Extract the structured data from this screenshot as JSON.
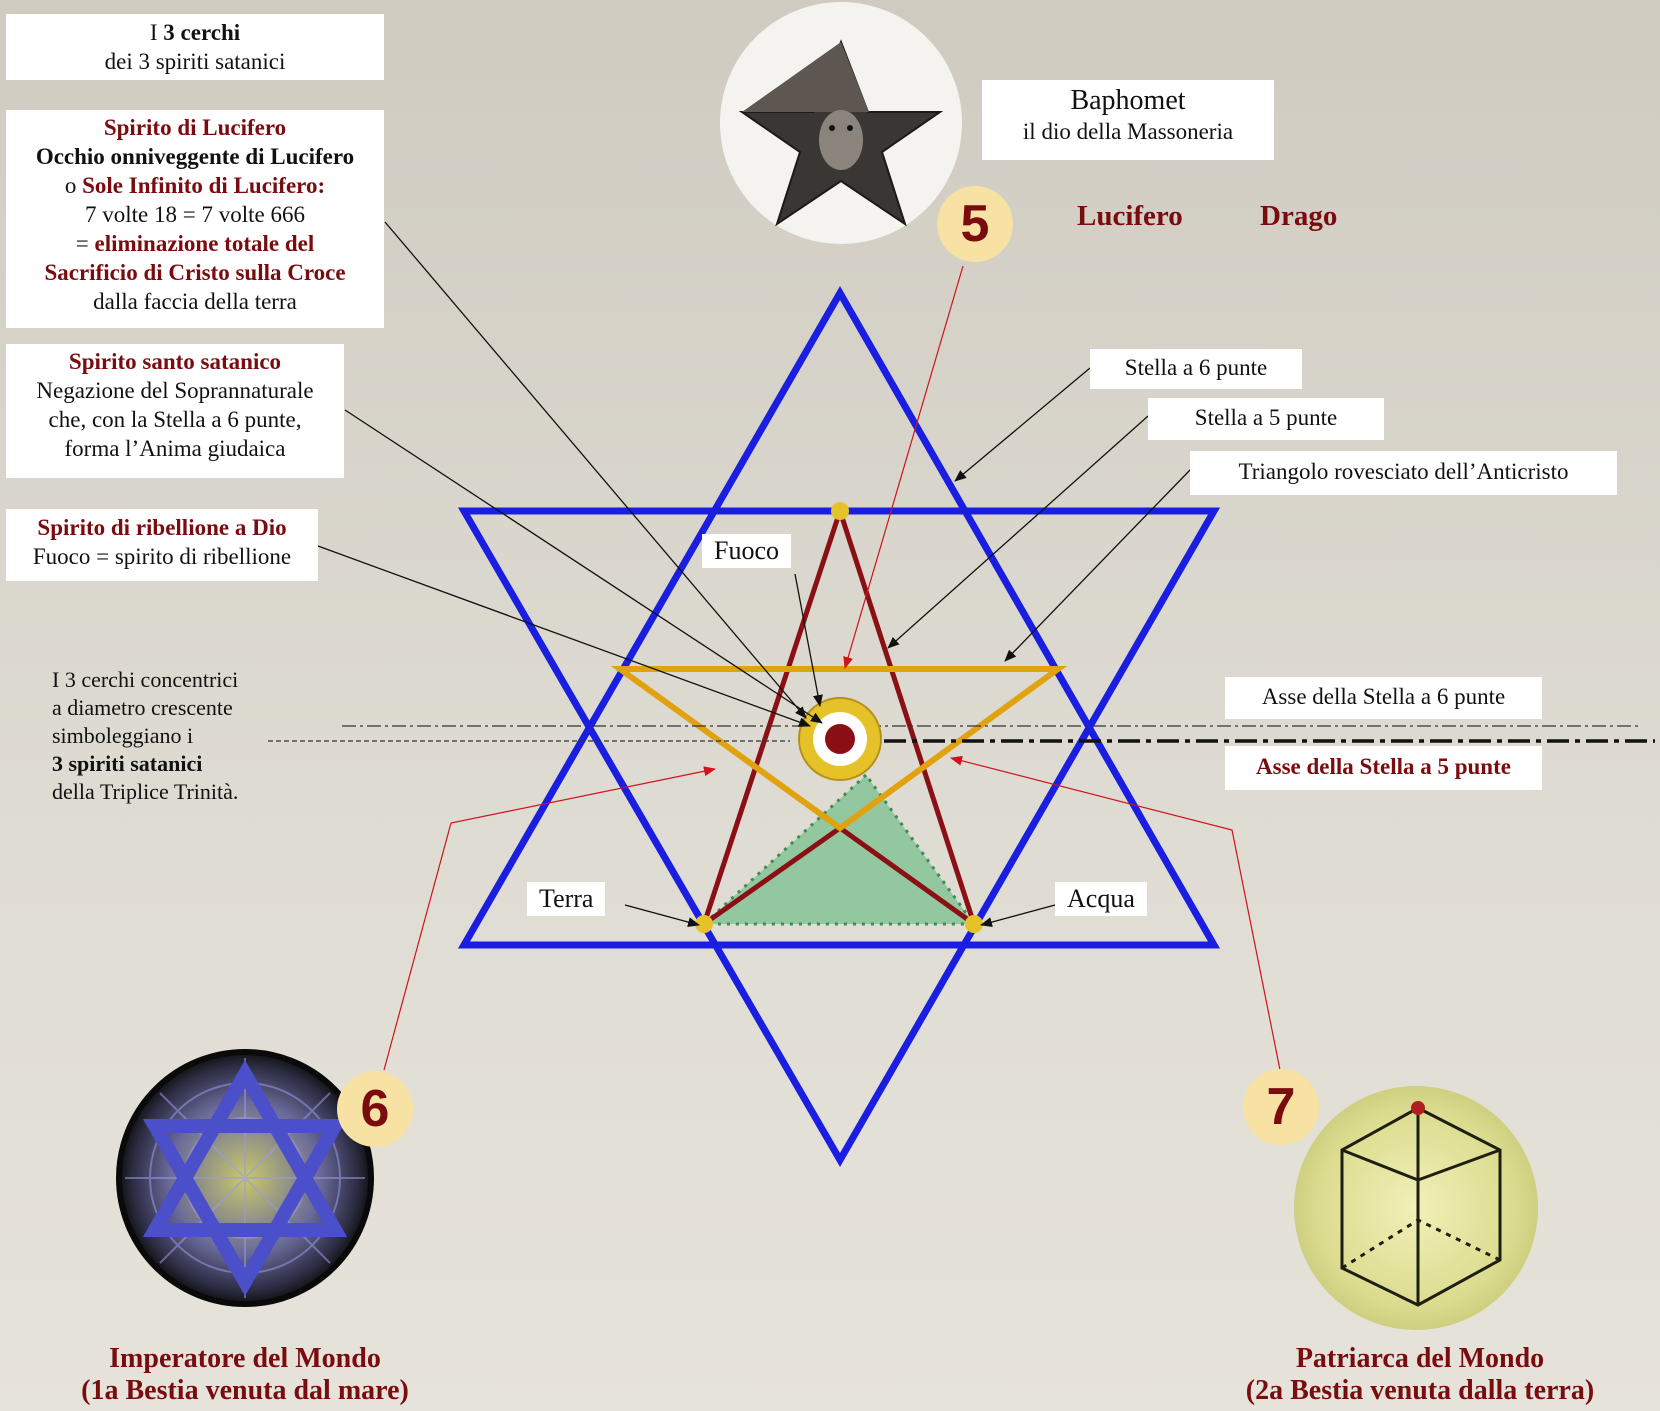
{
  "header_box": {
    "line1_prefix": "I ",
    "line1_bold": "3 cerchi",
    "line2": "dei 3 spiriti satanici"
  },
  "lucifer_box": {
    "title": "Spirito di Lucifero",
    "line2": "Occhio onniveggente di Lucifero",
    "line3_prefix": "o ",
    "line3_red": "Sole Infinito di Lucifero:",
    "line4": "7 volte 18 = 7 volte 666",
    "line5_prefix": "= ",
    "line5_red": "eliminazione totale del",
    "line6": "Sacrificio di Cristo sulla Croce",
    "line7": "dalla faccia della terra"
  },
  "holy_box": {
    "title": "Spirito santo satanico",
    "line2": "Negazione del Soprannaturale",
    "line3": "che, con la Stella a 6 punte,",
    "line4": "forma l’Anima giudaica"
  },
  "rebellion_box": {
    "title": "Spirito di ribellione a Dio",
    "line2": "Fuoco = spirito di ribellione"
  },
  "circles_note": {
    "line1": "I 3 cerchi concentrici",
    "line2": "a diametro crescente",
    "line3": "simboleggiano i",
    "line4": "3 spiriti satanici",
    "line5": "della Triplice Trinità."
  },
  "baphomet_box": {
    "title": "Baphomet",
    "subtitle": "il dio della Massoneria"
  },
  "badges": {
    "five": "5",
    "six": "6",
    "seven": "7"
  },
  "lucifero_label": "Lucifero",
  "drago_label": "Drago",
  "right_labels": {
    "star6": "Stella a 6 punte",
    "star5": "Stella a 5 punte",
    "triangle": "Triangolo rovesciato dell’Anticristo",
    "axis6": "Asse della Stella a 6 punte",
    "axis5": "Asse della Stella a 5 punte"
  },
  "element_labels": {
    "fire": "Fuoco",
    "earth": "Terra",
    "water": "Acqua"
  },
  "captions": {
    "left_line1": "Imperatore del Mondo",
    "left_line2": "(1a Bestia venuta dal mare)",
    "right_line1": "Patriarca del Mondo",
    "right_line2": "(2a Bestia venuta dalla terra)"
  },
  "colors": {
    "star_blue": "#1a1ee0",
    "pentagram_red": "#8b1015",
    "triangle_gold": "#e0a20f",
    "inner_green": "#93c79f",
    "dot_gold": "#e6c229",
    "text_red": "#7a0c10"
  },
  "icons": [
    "pentagram-goat-icon",
    "star-of-david-window-icon",
    "cube-icon"
  ]
}
